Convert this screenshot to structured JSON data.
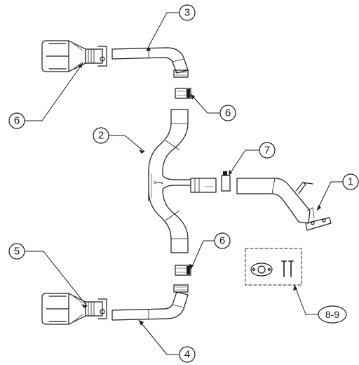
{
  "callouts": {
    "c1": "1",
    "c2": "2",
    "c3": "3",
    "c4": "4",
    "c5": "5",
    "c6a": "6",
    "c6b": "6",
    "c6c": "6",
    "c7": "7",
    "c89": "8-9"
  },
  "colors": {
    "line": "#1a1a1a",
    "hatch": "#555555",
    "background": "#ffffff"
  }
}
